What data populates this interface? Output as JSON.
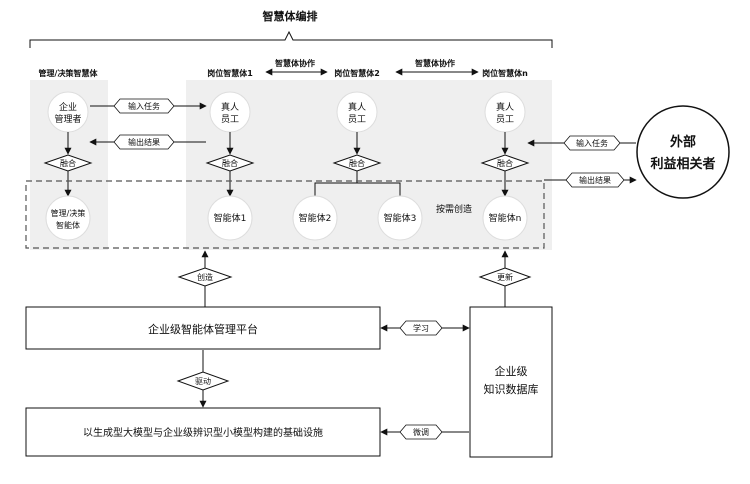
{
  "title": "智慧体编排",
  "columns": {
    "mgmt": "管理/决策智慧体",
    "post1": "岗位智慧体1",
    "post2": "岗位智慧体2",
    "postn": "岗位智慧体n"
  },
  "collab": [
    "智慧体协作",
    "智慧体协作"
  ],
  "nodes": {
    "manager_l1": "企业",
    "manager_l2": "管理者",
    "human_l1": "真人",
    "human_l2": "员工",
    "merge": "融合",
    "agent_mgmt_l1": "管理/决策",
    "agent_mgmt_l2": "智能体",
    "agent1": "智能体1",
    "agent2": "智能体2",
    "agent3": "智能体3",
    "agentn": "智能体n",
    "on_demand": "按需创造"
  },
  "labels": {
    "input_task": "输入任务",
    "output_result": "输出结果",
    "create": "创造",
    "update": "更新",
    "learn": "学习",
    "drive": "驱动",
    "finetune": "微调"
  },
  "external": {
    "l1": "外部",
    "l2": "利益相关者"
  },
  "platform": "企业级智能体管理平台",
  "infrastructure": "以生成型大模型与企业级辨识型小模型构建的基础设施",
  "knowledge": {
    "l1": "企业级",
    "l2": "知识数据库"
  }
}
